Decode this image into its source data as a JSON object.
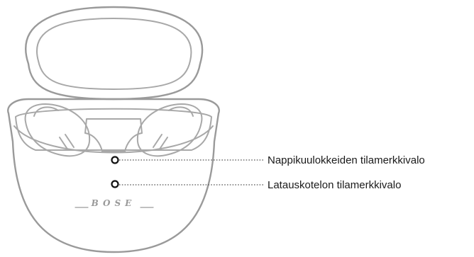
{
  "callouts": [
    {
      "label": "Nappikuulokkeiden tilamerkkivalo"
    },
    {
      "label": "Latauskotelon tilamerkkivalo"
    }
  ],
  "logo_text": "BOSE"
}
